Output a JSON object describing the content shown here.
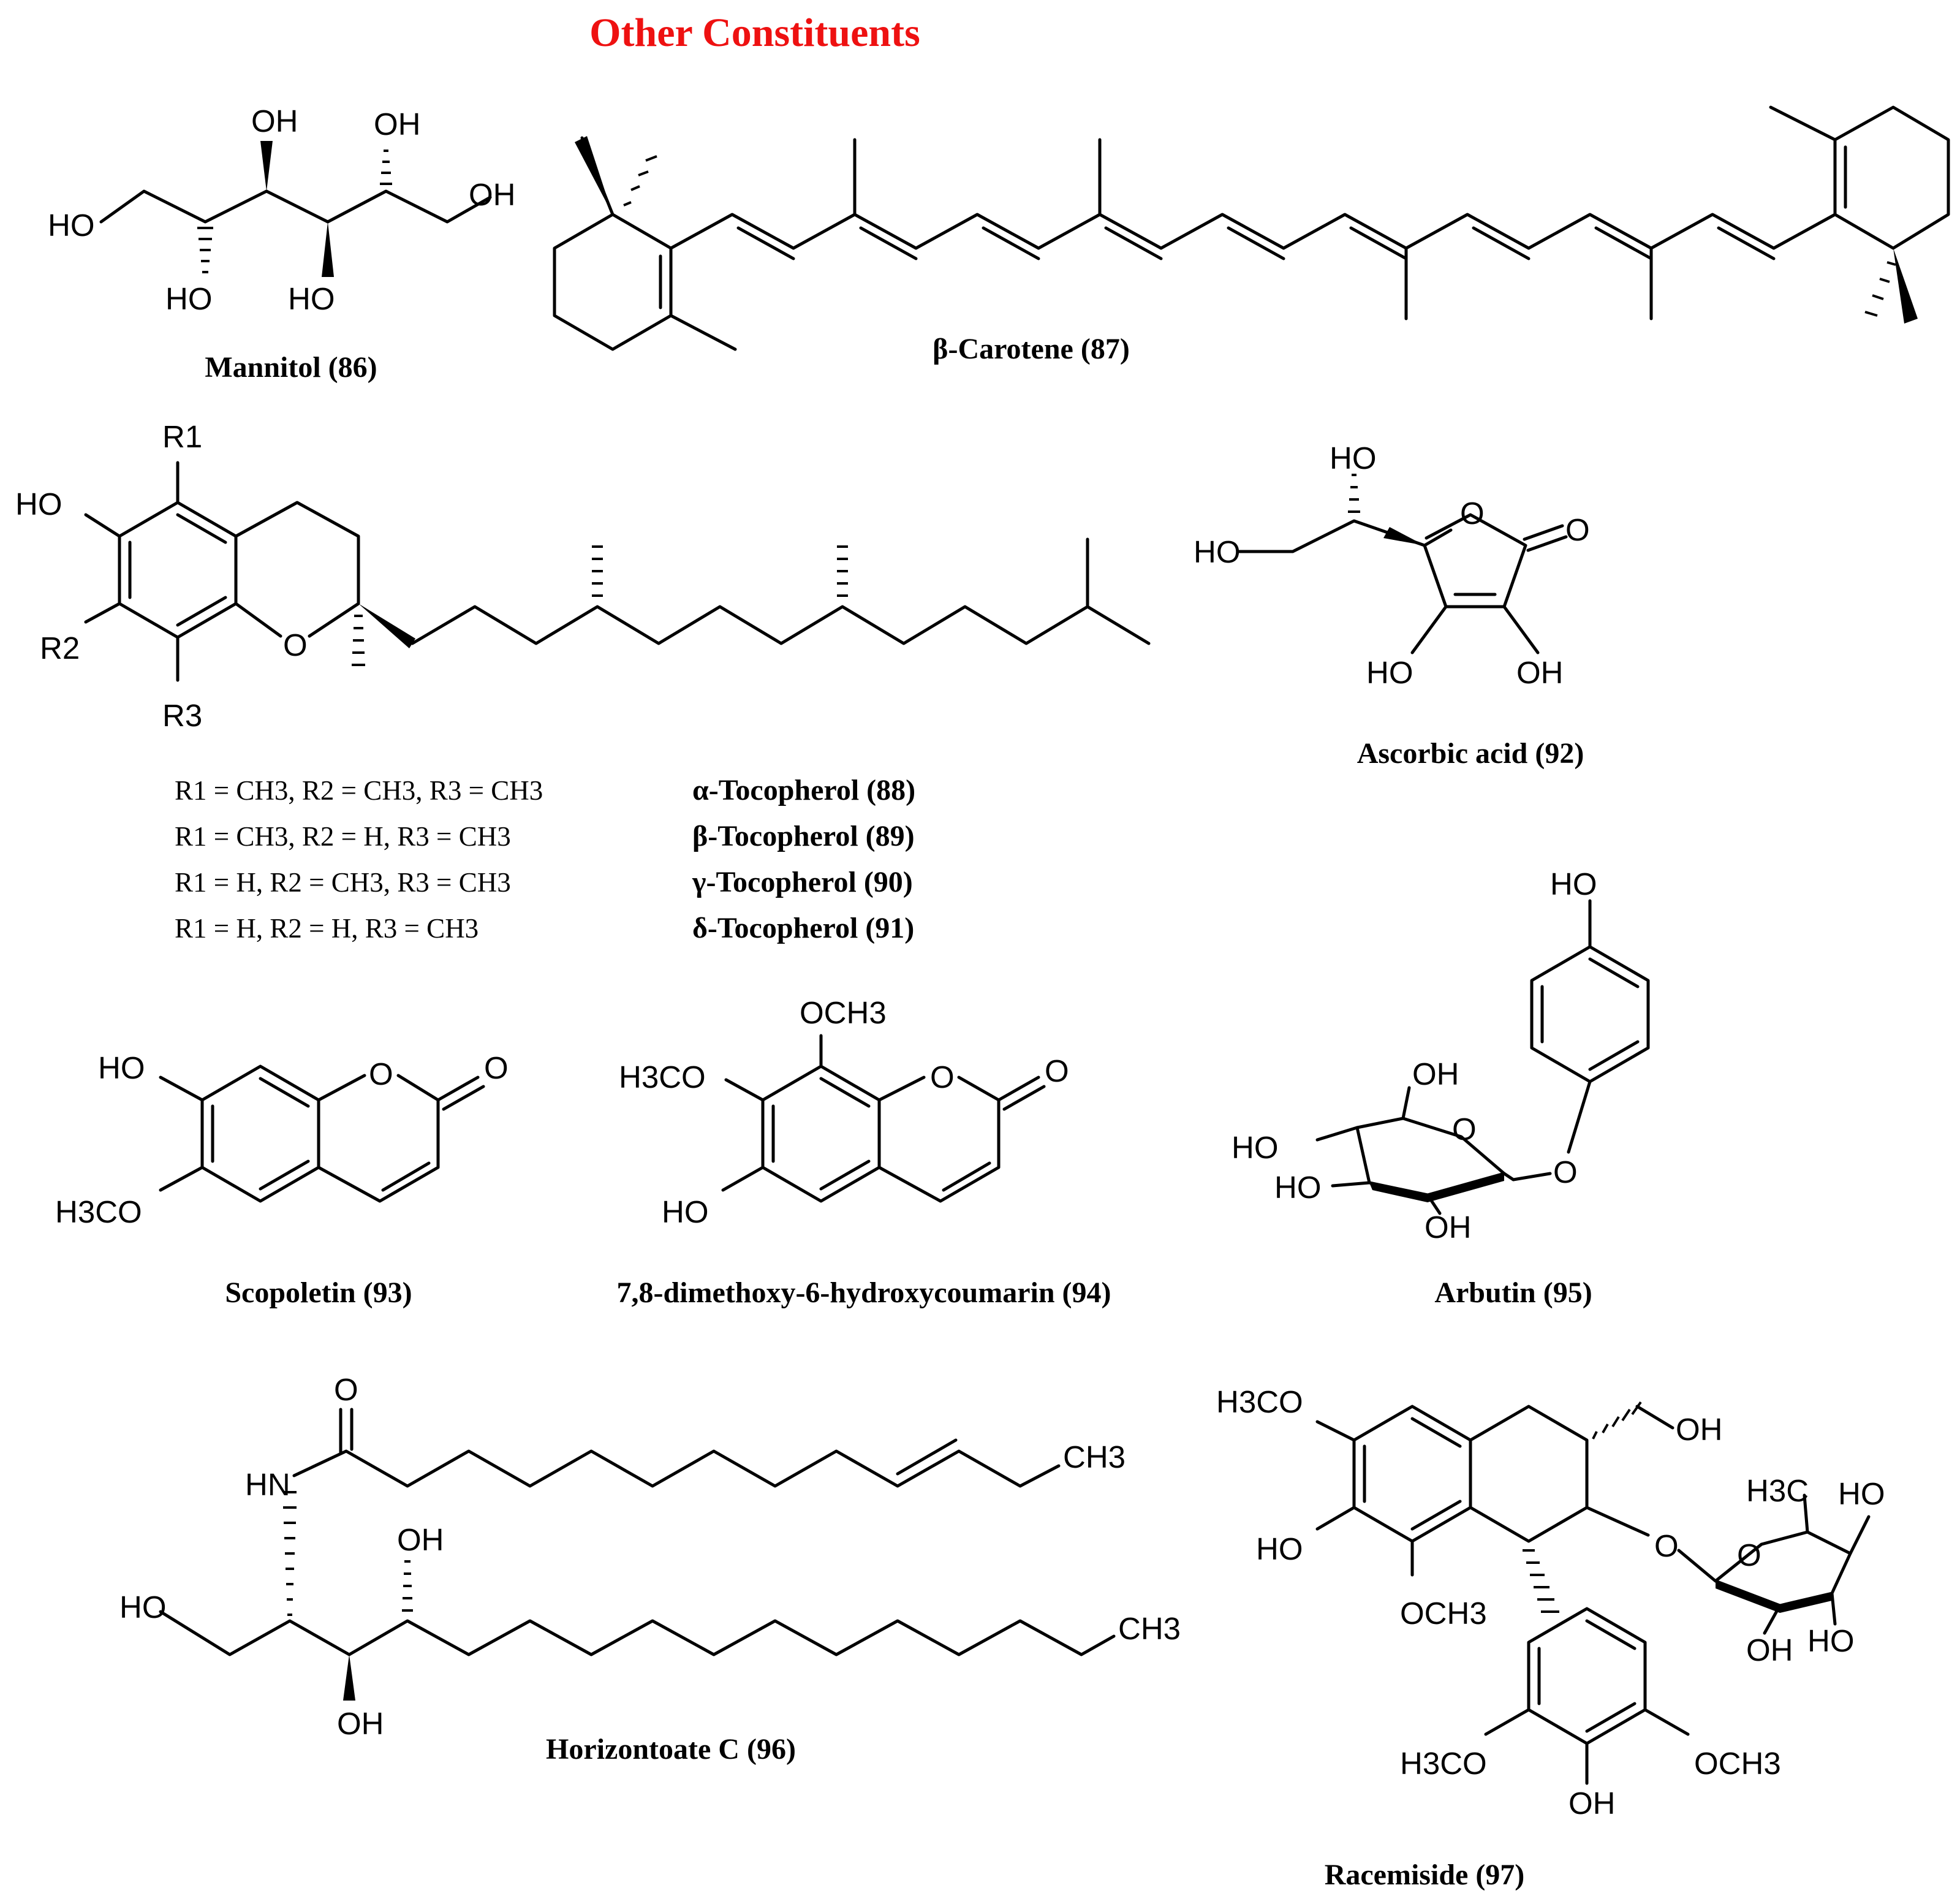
{
  "title": "Other Constituents",
  "title_color": "#ee1111",
  "compounds": {
    "mannitol": {
      "caption": "Mannitol (86)",
      "labels": [
        "HO",
        "OH",
        "OH",
        "OH",
        "HO",
        "HO"
      ]
    },
    "carotene": {
      "caption": "β-Carotene (87)"
    },
    "tocopherol": {
      "caption_rows": [
        {
          "r": "R1 = CH3, R2 = CH3, R3 = CH3",
          "name": "α-Tocopherol (88)"
        },
        {
          "r": "R1 = CH3, R2 = H, R3 = CH3",
          "name": "β-Tocopherol (89)"
        },
        {
          "r": "R1 = H, R2 = CH3, R3 = CH3",
          "name": "γ-Tocopherol (90)"
        },
        {
          "r": "R1 = H, R2 = H, R3 = CH3",
          "name": "δ-Tocopherol (91)"
        }
      ],
      "labels": [
        "R1",
        "HO",
        "R2",
        "R3",
        "O"
      ]
    },
    "ascorbic": {
      "caption": "Ascorbic acid (92)",
      "labels": [
        "HO",
        "HO",
        "O",
        "O",
        "HO",
        "OH"
      ]
    },
    "scopoletin": {
      "caption": "Scopoletin (93)",
      "labels": [
        "HO",
        "H3CO",
        "O",
        "O"
      ]
    },
    "dimethoxy": {
      "caption": "7,8-dimethoxy-6-hydroxycoumarin (94)",
      "labels": [
        "OCH3",
        "H3CO",
        "HO",
        "O",
        "O"
      ]
    },
    "arbutin": {
      "caption": "Arbutin (95)",
      "labels": [
        "HO",
        "OH",
        "HO",
        "HO",
        "OH",
        "O",
        "O"
      ]
    },
    "horizontoate": {
      "caption": "Horizontoate C (96)",
      "labels": [
        "O",
        "HN",
        "CH3",
        "OH",
        "HO",
        "OH",
        "CH3"
      ]
    },
    "racemiside": {
      "caption": "Racemiside (97)",
      "labels": [
        "H3CO",
        "OH",
        "HO",
        "OCH3",
        "O",
        "H3C",
        "HO",
        "O",
        "OH",
        "HO",
        "H3CO",
        "OCH3",
        "OH"
      ]
    }
  }
}
